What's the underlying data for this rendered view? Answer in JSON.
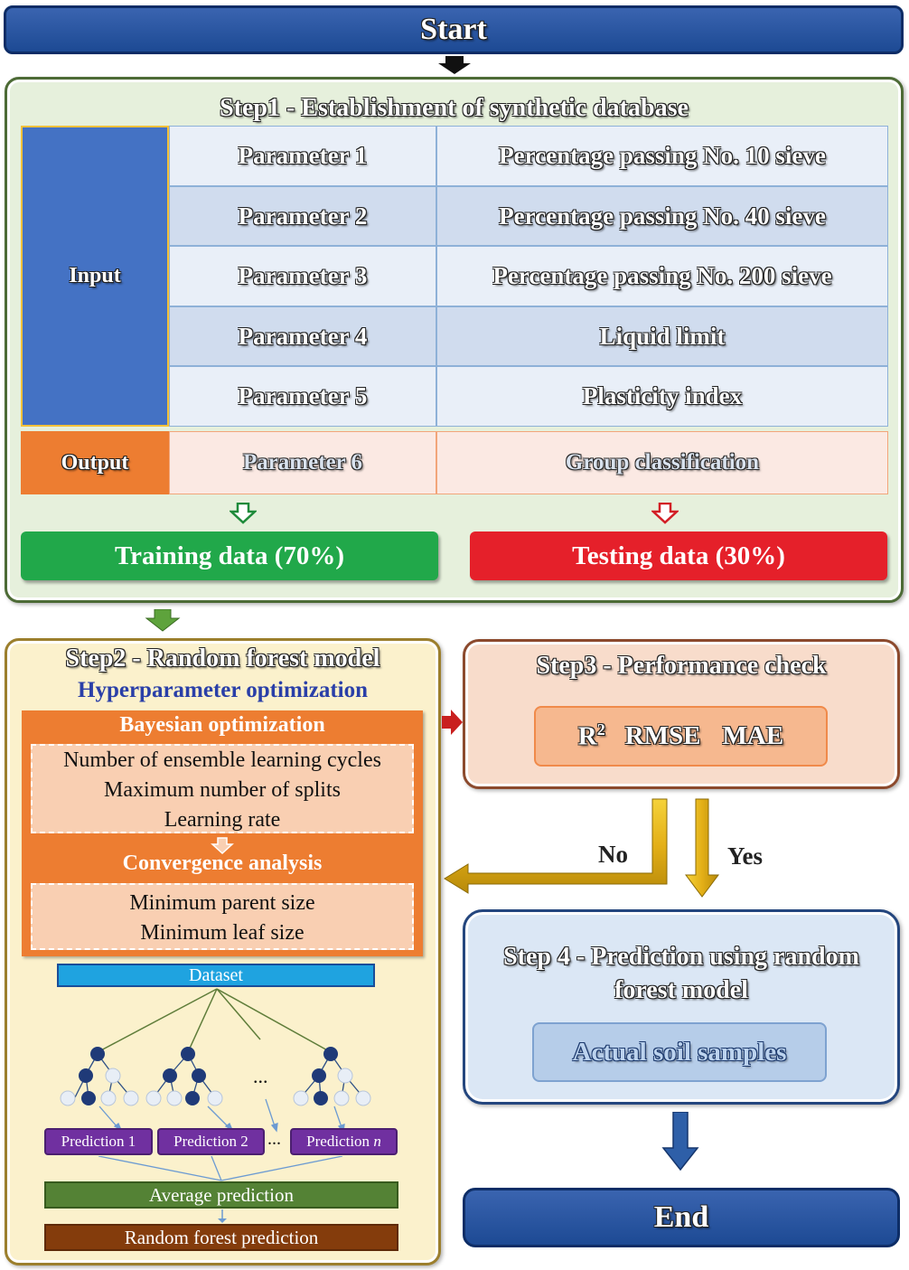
{
  "start": {
    "label": "Start"
  },
  "end": {
    "label": "End"
  },
  "step1": {
    "title": "Step1 - Establishment of synthetic database",
    "input_label": "Input",
    "output_label": "Output",
    "inputs": [
      {
        "param": "Parameter 1",
        "desc": "Percentage passing No. 10 sieve"
      },
      {
        "param": "Parameter 2",
        "desc": "Percentage passing No. 40 sieve"
      },
      {
        "param": "Parameter 3",
        "desc": "Percentage passing No. 200 sieve"
      },
      {
        "param": "Parameter 4",
        "desc": "Liquid limit"
      },
      {
        "param": "Parameter 5",
        "desc": "Plasticity index"
      }
    ],
    "output": {
      "param": "Parameter 6",
      "desc": "Group classification"
    },
    "training": "Training data (70%)",
    "testing": "Testing data (30%)"
  },
  "step2": {
    "title": "Step2 - Random forest model",
    "subtitle": "Hyperparameter optimization",
    "bayesian": "Bayesian optimization",
    "bayes_items": [
      "Number of ensemble learning cycles",
      "Maximum number of splits",
      "Learning rate"
    ],
    "convergence": "Convergence analysis",
    "conv_items": [
      "Minimum parent size",
      "Minimum leaf size"
    ],
    "dataset": "Dataset",
    "ellipsis": "...",
    "predictions": [
      "Prediction 1",
      "Prediction 2",
      "Prediction "
    ],
    "prediction_n": "n",
    "prediction_ellipsis": "...",
    "average": "Average prediction",
    "final": "Random forest prediction"
  },
  "step3": {
    "title": "Step3 - Performance check",
    "metric_r": "R",
    "metric_r_sup": "2",
    "metric_rmse": "RMSE",
    "metric_mae": "MAE"
  },
  "decision": {
    "no": "No",
    "yes": "Yes"
  },
  "step4": {
    "title_line1": "Step 4 - Prediction using random",
    "title_line2": "forest model",
    "samples": "Actual soil samples"
  },
  "colors": {
    "navy": "#1d4a94",
    "input_blue": "#4472c4",
    "output_orange": "#ed7d31",
    "train_green": "#21a84a",
    "test_red": "#e5202a",
    "prediction_purple": "#7030a0",
    "average_green": "#548235",
    "final_brown": "#843c0c",
    "dataset_blue": "#1fa3e0",
    "arrow_gold": "#e5b81d"
  }
}
